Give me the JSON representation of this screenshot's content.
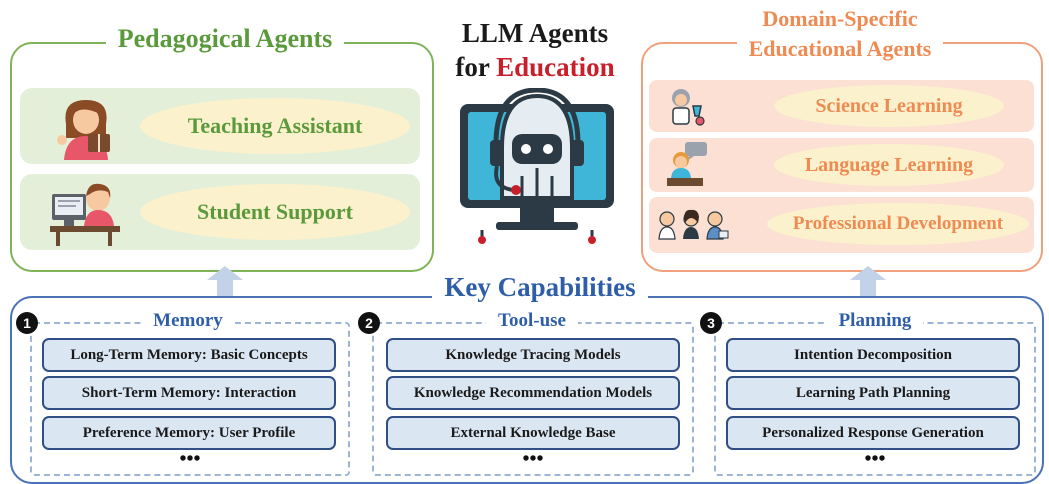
{
  "center_title": {
    "line1": "LLM Agents",
    "line2_prefix": "for ",
    "line2_highlight": "Education"
  },
  "pedagogical": {
    "title": "Pedagogical Agents",
    "items": [
      {
        "label": "Teaching Assistant",
        "icon": "teacher-reading-icon"
      },
      {
        "label": "Student Support",
        "icon": "student-computer-icon"
      }
    ]
  },
  "domain": {
    "title_line1": "Domain-Specific",
    "title_line2": "Educational Agents",
    "items": [
      {
        "label": "Science Learning",
        "icon": "scientist-icon"
      },
      {
        "label": "Language Learning",
        "icon": "language-teacher-icon"
      },
      {
        "label": "Professional Development",
        "icon": "professionals-icon"
      }
    ]
  },
  "capabilities": {
    "title": "Key Capabilities",
    "columns": [
      {
        "number": "1",
        "title": "Memory",
        "items": [
          "Long-Term Memory: Basic Concepts",
          "Short-Term Memory: Interaction",
          "Preference Memory: User Profile"
        ],
        "more": "•••"
      },
      {
        "number": "2",
        "title": "Tool-use",
        "items": [
          "Knowledge Tracing Models",
          "Knowledge Recommendation Models",
          "External Knowledge Base"
        ],
        "more": "•••"
      },
      {
        "number": "3",
        "title": "Planning",
        "items": [
          "Intention Decomposition",
          "Learning Path Planning",
          "Personalized Response Generation"
        ],
        "more": "•••"
      }
    ]
  },
  "colors": {
    "green": "#5b9a3c",
    "orange": "#ee8a52",
    "blue": "#2f5ea8",
    "red": "#c8202a"
  }
}
